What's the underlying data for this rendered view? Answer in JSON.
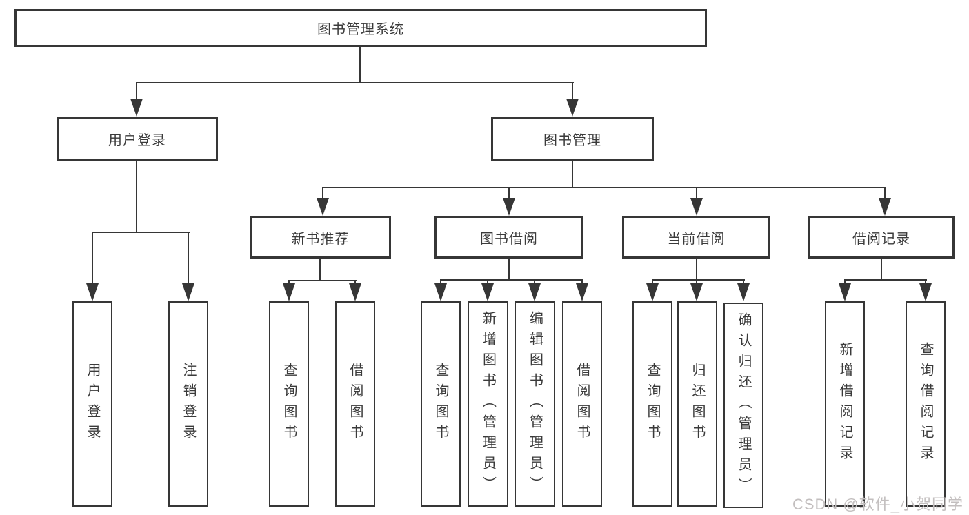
{
  "tree": {
    "label": "图书管理系统",
    "children": [
      {
        "label": "用户登录",
        "children": [
          {
            "label": "用户登录"
          },
          {
            "label": "注销登录"
          }
        ]
      },
      {
        "label": "图书管理",
        "children": [
          {
            "label": "新书推荐",
            "children": [
              {
                "label": "查询图书"
              },
              {
                "label": "借阅图书"
              }
            ]
          },
          {
            "label": "图书借阅",
            "children": [
              {
                "label": "查询图书"
              },
              {
                "label": "新增图书（管理员）"
              },
              {
                "label": "编辑图书（管理员）"
              },
              {
                "label": "借阅图书"
              }
            ]
          },
          {
            "label": "当前借阅",
            "children": [
              {
                "label": "查询图书"
              },
              {
                "label": "归还图书"
              },
              {
                "label": "确认归还（管理员）"
              }
            ]
          },
          {
            "label": "借阅记录",
            "children": [
              {
                "label": "新增借阅记录"
              },
              {
                "label": "查询借阅记录"
              }
            ]
          }
        ]
      }
    ]
  },
  "watermark": {
    "text": "CSDN @软件_小贺同学"
  },
  "colors": {
    "line": "#363636",
    "text": "#3a3a3a",
    "watermark": "#c3bfbf",
    "bg": "#ffffff"
  }
}
